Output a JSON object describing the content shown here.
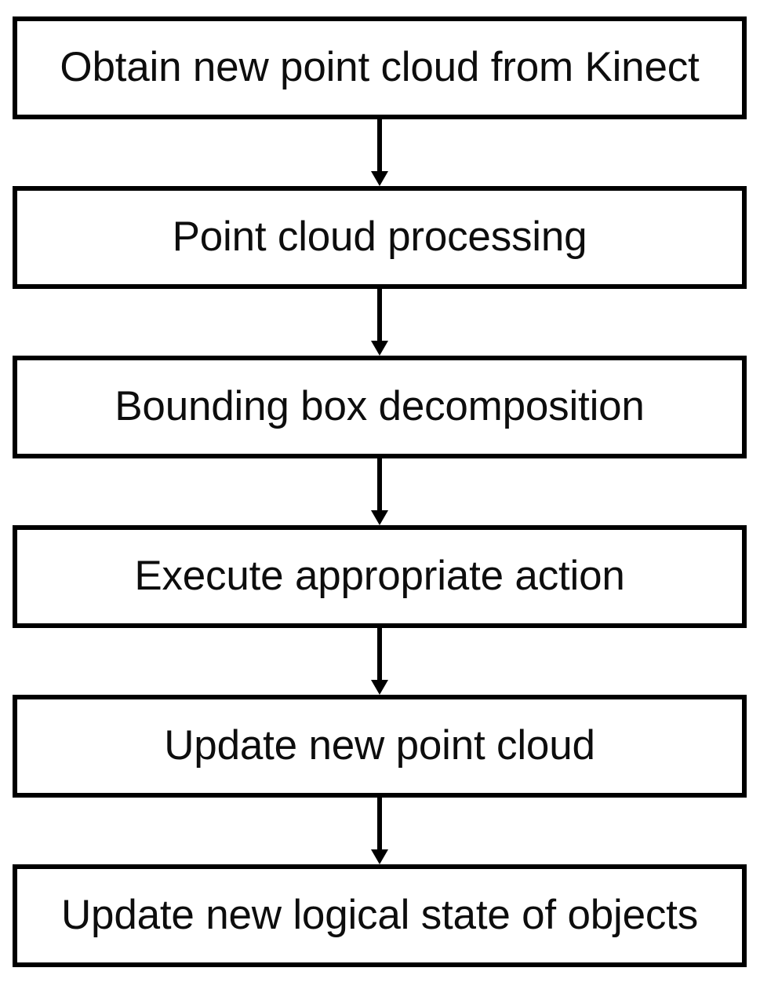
{
  "diagram": {
    "title": "Point cloud processing pipeline flowchart",
    "type": "flowchart",
    "orientation": "vertical-top-to-bottom",
    "colors": {
      "background": "#ffffff",
      "box_fill": "#ffffff",
      "box_border": "#000000",
      "text": "#0d0d0d",
      "arrow": "#000000"
    },
    "nodes": [
      {
        "id": "node-1",
        "label": "Obtain new point cloud from Kinect"
      },
      {
        "id": "node-2",
        "label": "Point cloud processing"
      },
      {
        "id": "node-3",
        "label": "Bounding box decomposition"
      },
      {
        "id": "node-4",
        "label": "Execute appropriate action"
      },
      {
        "id": "node-5",
        "label": "Update new point cloud"
      },
      {
        "id": "node-6",
        "label": "Update new logical state of objects"
      }
    ],
    "edges": [
      {
        "id": "edge-1",
        "from": "node-1",
        "to": "node-2",
        "style": "arrow-down"
      },
      {
        "id": "edge-2",
        "from": "node-2",
        "to": "node-3",
        "style": "arrow-down"
      },
      {
        "id": "edge-3",
        "from": "node-3",
        "to": "node-4",
        "style": "arrow-down"
      },
      {
        "id": "edge-4",
        "from": "node-4",
        "to": "node-5",
        "style": "arrow-down"
      },
      {
        "id": "edge-5",
        "from": "node-5",
        "to": "node-6",
        "style": "arrow-down"
      }
    ]
  }
}
